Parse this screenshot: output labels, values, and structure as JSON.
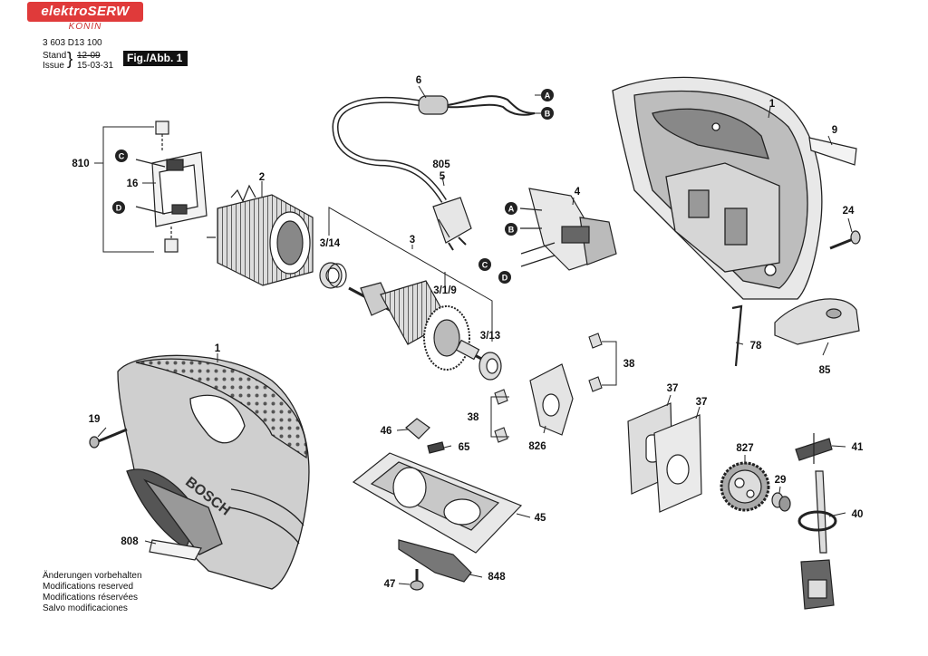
{
  "header": {
    "logo_text": "elektroSERW",
    "logo_sub": "KONIN",
    "part_number": "3 603 D13 100",
    "stand_label": "Stand",
    "issue_label": "Issue",
    "stand_value": "12-09",
    "issue_value": "15-03-31",
    "figure_label": "Fig./Abb. 1"
  },
  "notes": [
    "Änderungen vorbehalten",
    "Modifications reserved",
    "Modifications réservées",
    "Salvo modificaciones"
  ],
  "connectors": [
    "A",
    "B",
    "C",
    "D"
  ],
  "part_labels": {
    "p1_top": "1",
    "p1_bottom": "1",
    "p2": "2",
    "p3": "3",
    "p3_1_9": "3/1/9",
    "p3_13": "3/13",
    "p3_14": "3/14",
    "p4": "4",
    "p5": "5",
    "p6": "6",
    "p9": "9",
    "p16": "16",
    "p19": "19",
    "p24": "24",
    "p29": "29",
    "p37a": "37",
    "p37b": "37",
    "p38a": "38",
    "p38b": "38",
    "p40": "40",
    "p41": "41",
    "p45": "45",
    "p46": "46",
    "p47": "47",
    "p65": "65",
    "p78": "78",
    "p85": "85",
    "p805": "805",
    "p808": "808",
    "p810": "810",
    "p826": "826",
    "p827": "827",
    "p848": "848"
  },
  "housing_brand": "BOSCH"
}
